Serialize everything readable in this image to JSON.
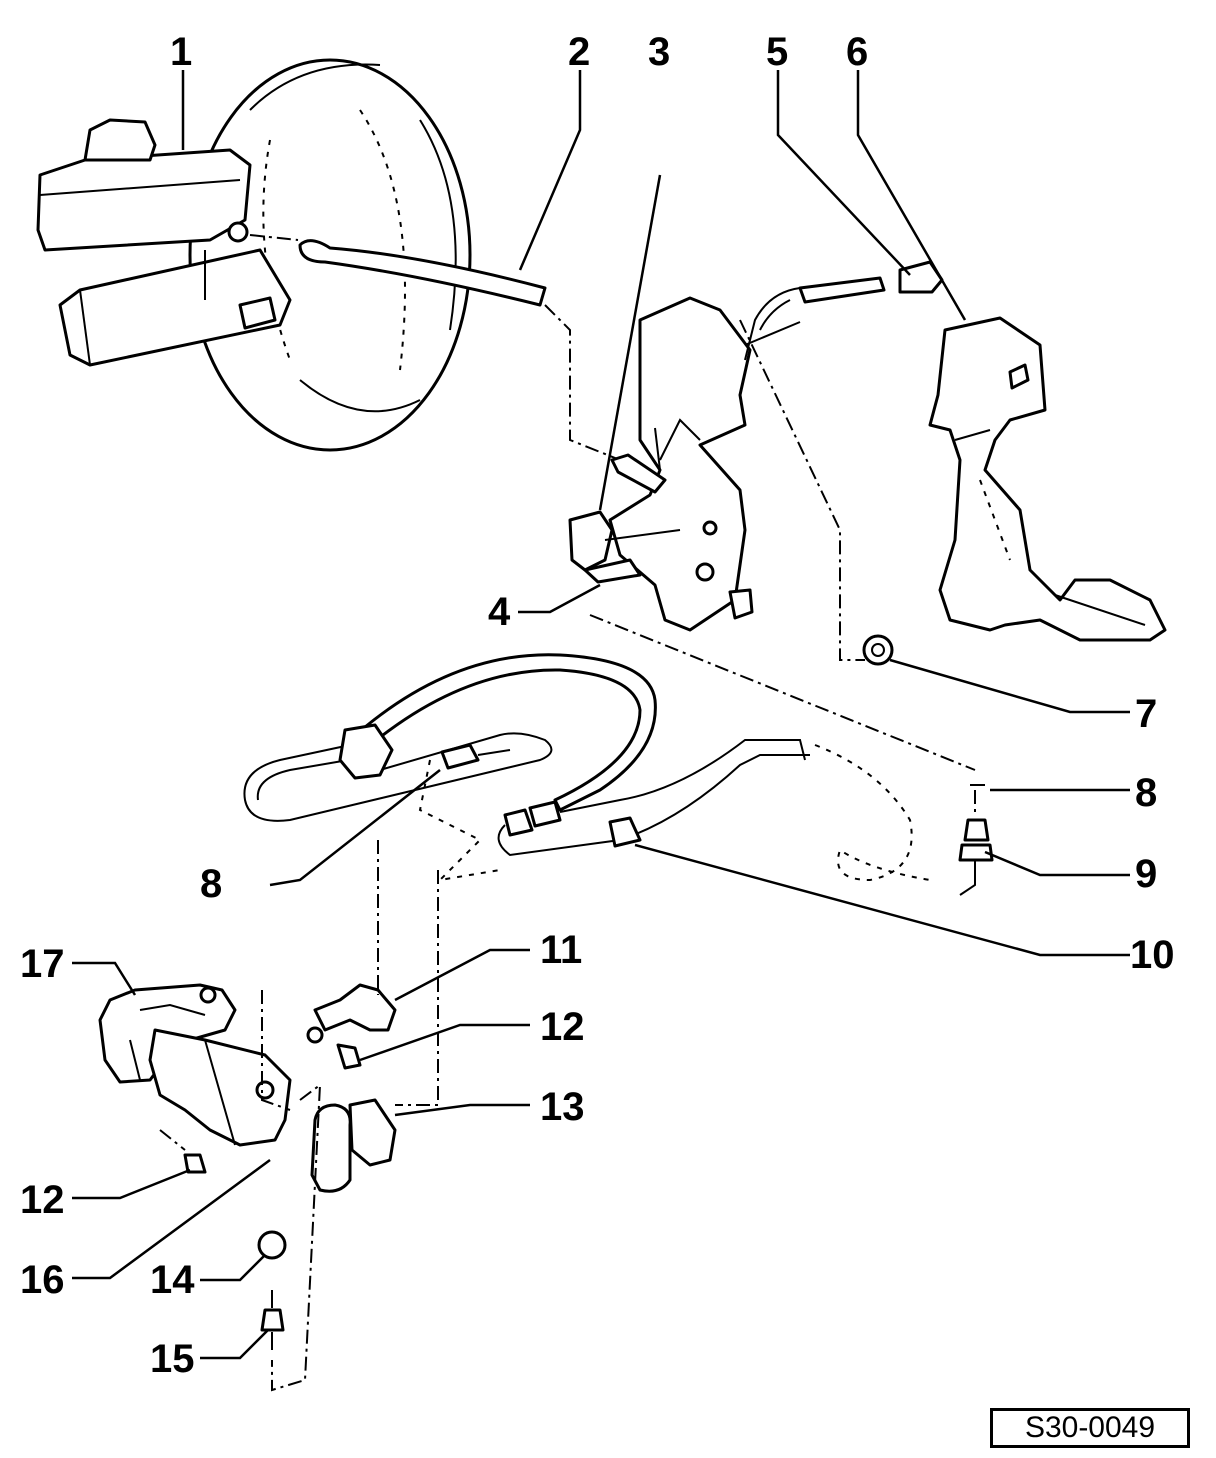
{
  "figure": {
    "reference": "S30-0049",
    "callouts": [
      {
        "id": "c1",
        "text": "1"
      },
      {
        "id": "c2",
        "text": "2"
      },
      {
        "id": "c3",
        "text": "3"
      },
      {
        "id": "c4",
        "text": "4"
      },
      {
        "id": "c5",
        "text": "5"
      },
      {
        "id": "c6",
        "text": "6"
      },
      {
        "id": "c7",
        "text": "7"
      },
      {
        "id": "c8a",
        "text": "8"
      },
      {
        "id": "c8b",
        "text": "8"
      },
      {
        "id": "c9",
        "text": "9"
      },
      {
        "id": "c10",
        "text": "10"
      },
      {
        "id": "c11",
        "text": "11"
      },
      {
        "id": "c12a",
        "text": "12"
      },
      {
        "id": "c12b",
        "text": "12"
      },
      {
        "id": "c13",
        "text": "13"
      },
      {
        "id": "c14",
        "text": "14"
      },
      {
        "id": "c15",
        "text": "15"
      },
      {
        "id": "c16",
        "text": "16"
      },
      {
        "id": "c17",
        "text": "17"
      }
    ]
  }
}
